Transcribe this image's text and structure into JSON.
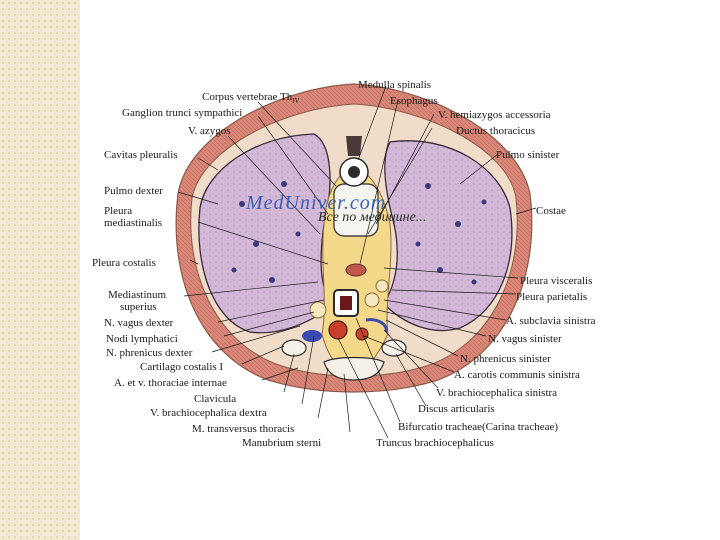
{
  "labels": {
    "corpus_vertebrae": "Corpus vertebrae Th",
    "corpus_vertebrae_sub": "IV",
    "ganglion": "Ganglion trunci sympathici",
    "v_azygos": "V. azygos",
    "cavitas": "Cavitas pleuralis",
    "pulmo_dexter": "Pulmo dexter",
    "pleura_med_1": "Pleura",
    "pleura_med_2": "mediastinalis",
    "pleura_costalis": "Pleura costalis",
    "mediastinum_1": "Mediastinum",
    "mediastinum_2": "superius",
    "n_vagus_dexter": "N. vagus dexter",
    "nodi": "Nodi lymphatici",
    "n_phrenicus_dexter": "N. phrenicus dexter",
    "cartilago": "Cartilago costalis I",
    "a_et_v": "A. et v. thoraciae internae",
    "clavicula": "Clavicula",
    "v_brachio_dextra": "V. brachiocephalica dextra",
    "m_transversus": "M. transversus thoracis",
    "manubrium": "Manubrium sterni",
    "medulla": "Medulla spinalis",
    "esophagus": "Esophagus",
    "v_hemiazygos": "V. hemiazygos accessoria",
    "ductus": "Ductus thoracicus",
    "pulmo_sinister": "Pulmo sinister",
    "costae": "Costae",
    "pleura_visceralis": "Pleura visceralis",
    "pleura_parietalis": "Pleura parietalis",
    "a_subclavia": "A. subclavia sinistra",
    "n_vagus_sinister": "N. vagus sinister",
    "n_phrenicus_sinister": "N. phrenicus sinister",
    "a_carotis": "A. carotis communis sinistra",
    "v_brachio_sinistra": "V. brachiocephalica sinistra",
    "discus": "Discus articularis",
    "bifurcatio": "Bifurcatio tracheae(Carina tracheae)",
    "truncus": "Truncus brachiocephalicus"
  },
  "watermark": {
    "site": "MedUniver.com",
    "tagline": "Все по медицине..."
  }
}
